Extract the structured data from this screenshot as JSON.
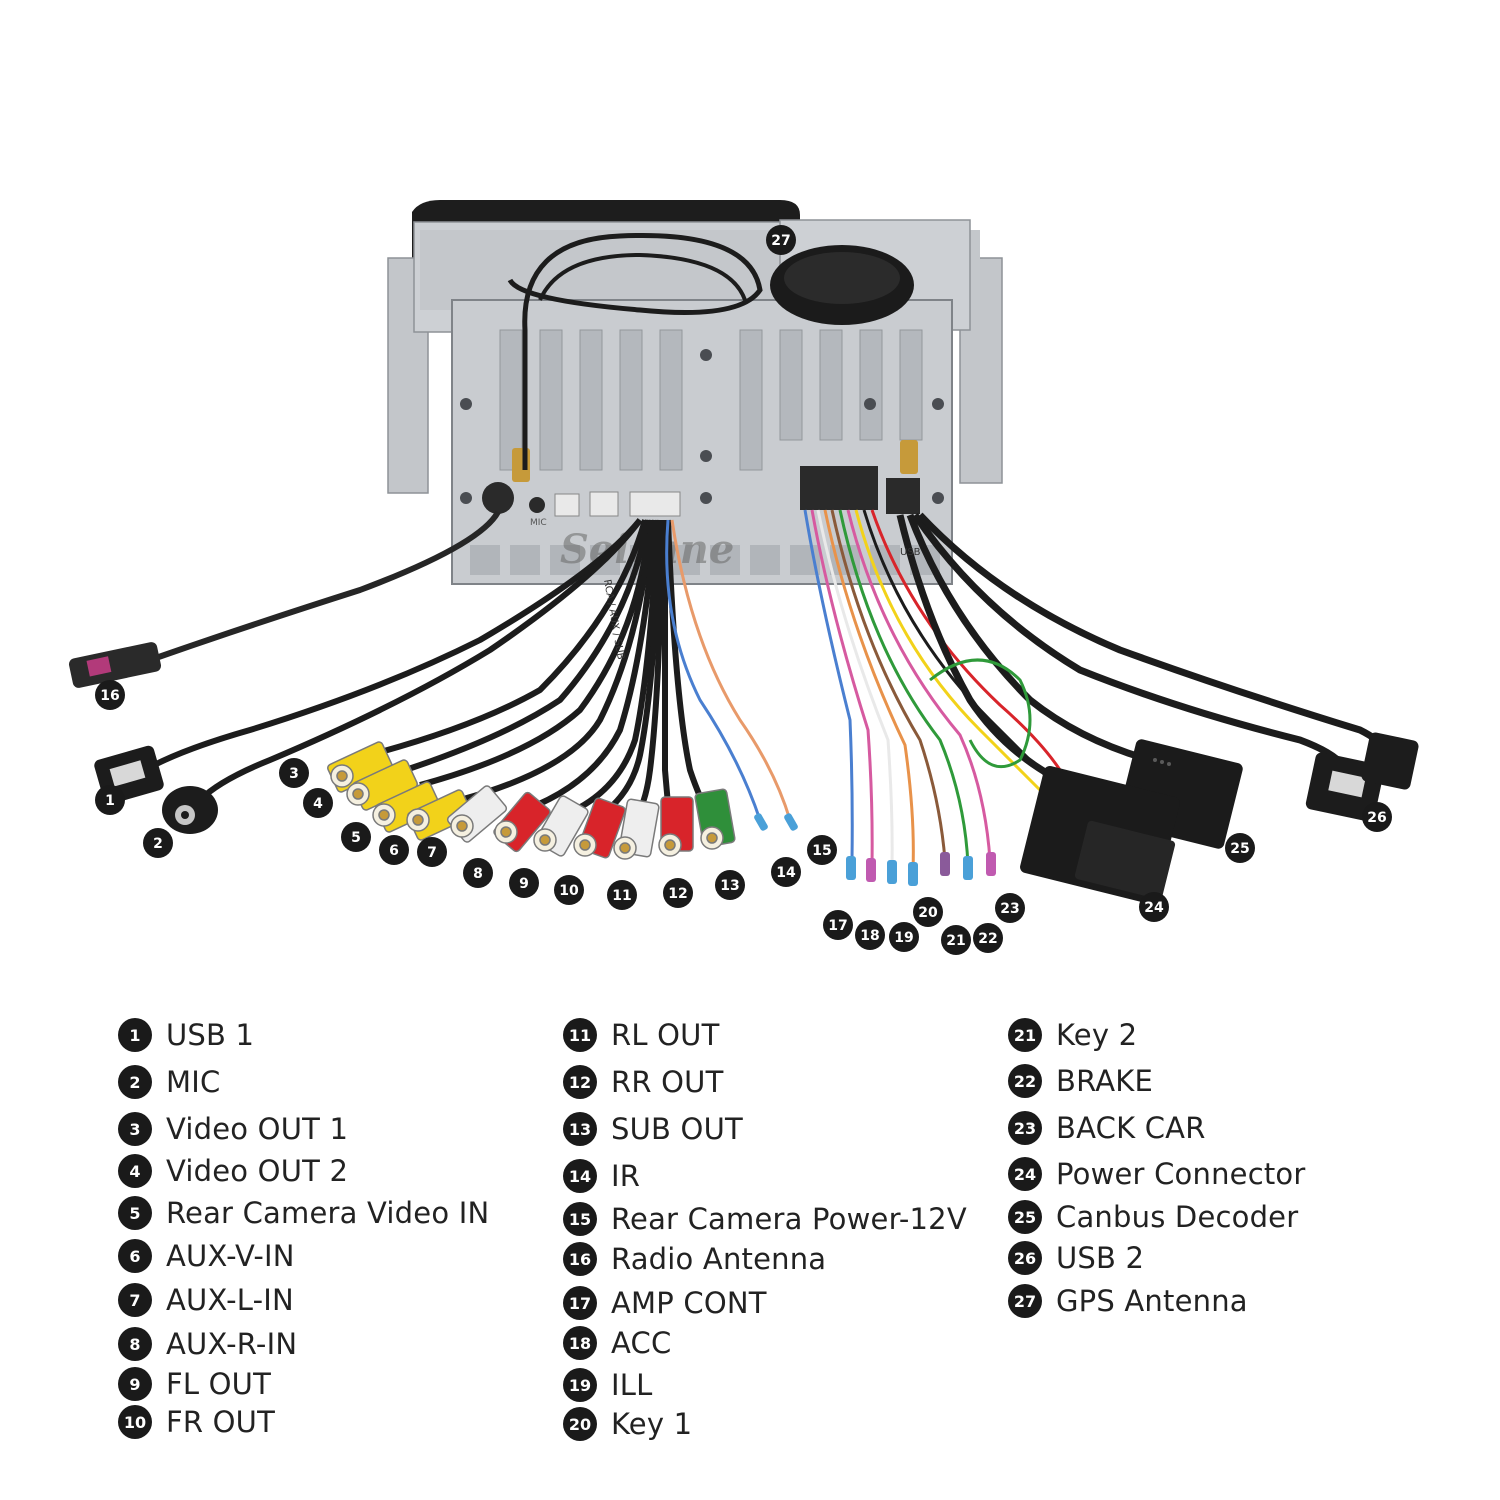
{
  "watermark": "Seicane",
  "unit_labels": {
    "mic_port": "MIC",
    "rca_tag": "RCA / AUX / SUB",
    "usb_tag": "USB"
  },
  "pins": [
    {
      "n": "1"
    },
    {
      "n": "2"
    },
    {
      "n": "3"
    },
    {
      "n": "4"
    },
    {
      "n": "5"
    },
    {
      "n": "6"
    },
    {
      "n": "7"
    },
    {
      "n": "8"
    },
    {
      "n": "9"
    },
    {
      "n": "10"
    },
    {
      "n": "11"
    },
    {
      "n": "12"
    },
    {
      "n": "13"
    },
    {
      "n": "14"
    },
    {
      "n": "15"
    },
    {
      "n": "16"
    },
    {
      "n": "17"
    },
    {
      "n": "18"
    },
    {
      "n": "19"
    },
    {
      "n": "20"
    },
    {
      "n": "21"
    },
    {
      "n": "22"
    },
    {
      "n": "23"
    },
    {
      "n": "24"
    },
    {
      "n": "25"
    },
    {
      "n": "26"
    },
    {
      "n": "27"
    }
  ],
  "legend": [
    {
      "n": "1",
      "label": "USB 1"
    },
    {
      "n": "2",
      "label": "MIC"
    },
    {
      "n": "3",
      "label": "Video OUT 1"
    },
    {
      "n": "4",
      "label": "Video OUT 2"
    },
    {
      "n": "5",
      "label": "Rear Camera Video IN"
    },
    {
      "n": "6",
      "label": "AUX-V-IN"
    },
    {
      "n": "7",
      "label": "AUX-L-IN"
    },
    {
      "n": "8",
      "label": "AUX-R-IN"
    },
    {
      "n": "9",
      "label": "FL OUT"
    },
    {
      "n": "10",
      "label": "FR OUT"
    },
    {
      "n": "11",
      "label": "RL OUT"
    },
    {
      "n": "12",
      "label": "RR OUT"
    },
    {
      "n": "13",
      "label": "SUB OUT"
    },
    {
      "n": "14",
      "label": "IR"
    },
    {
      "n": "15",
      "label": "Rear Camera Power-12V"
    },
    {
      "n": "16",
      "label": "Radio Antenna"
    },
    {
      "n": "17",
      "label": "AMP CONT"
    },
    {
      "n": "18",
      "label": "ACC"
    },
    {
      "n": "19",
      "label": "ILL"
    },
    {
      "n": "20",
      "label": "Key 1"
    },
    {
      "n": "21",
      "label": "Key 2"
    },
    {
      "n": "22",
      "label": "BRAKE"
    },
    {
      "n": "23",
      "label": "BACK CAR"
    },
    {
      "n": "24",
      "label": "Power Connector"
    },
    {
      "n": "25",
      "label": "Canbus Decoder"
    },
    {
      "n": "26",
      "label": "USB 2"
    },
    {
      "n": "27",
      "label": "GPS Antenna"
    }
  ],
  "colors": {
    "chassis": "#c9ccd0",
    "chassis_dark": "#a7abb0",
    "cable": "#1c1c1c",
    "rca_yellow": "#f2d21a",
    "rca_white": "#eeeeee",
    "rca_red": "#d8242a",
    "rca_green": "#2f8f3a",
    "badge": "#1a1a1a"
  }
}
